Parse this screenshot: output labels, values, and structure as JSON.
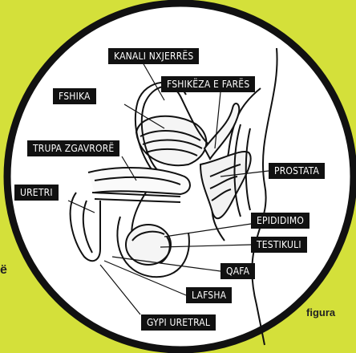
{
  "colors": {
    "background": "#d4e03a",
    "circle": "#ffffff",
    "label_bg": "#111111",
    "label_text": "#ffffff"
  },
  "labels": {
    "kanali_nxjerres": "KANALI NXJERRËS",
    "fshika": "FSHIKA",
    "fshikeza_e_fares": "FSHIKËZA E FARËS",
    "trupa_zgavrore": "TRUPA ZGAVRORË",
    "uretri": "URETRI",
    "prostata": "PROSTATA",
    "epididimo": "EPIDIDIMO",
    "testikuli": "TESTIKULI",
    "qafa": "QAFA",
    "lafsha": "LAFSHA",
    "gypi_uretral": "GYPI URETRAL"
  },
  "caption": "figura",
  "edge_glyph": "ë"
}
